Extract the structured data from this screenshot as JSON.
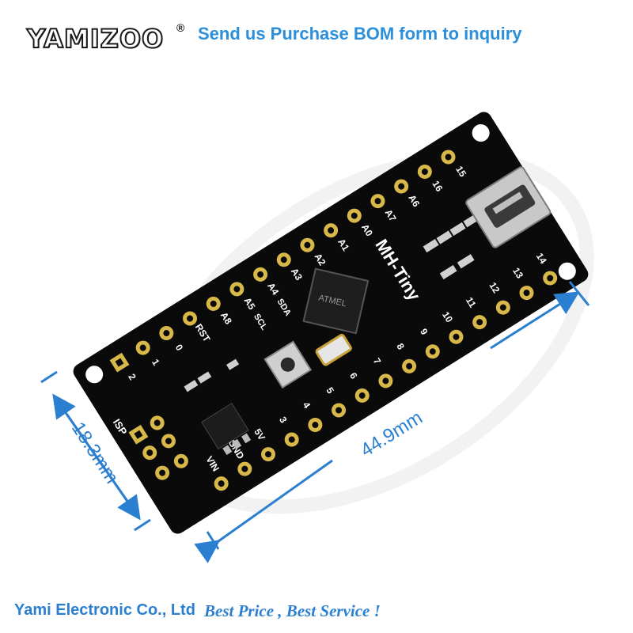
{
  "header": {
    "brand": "YAMIZOO",
    "brand_mark": "®",
    "tagline": "Send us Purchase BOM form to inquiry"
  },
  "board": {
    "name": "MH-Tiny",
    "chip_marking": "ATMEL",
    "pins_top": [
      "2",
      "1",
      "0",
      "RST",
      "A8",
      "A5",
      "A4",
      "A3",
      "A2",
      "A1",
      "A0",
      "A7",
      "A6",
      "16",
      "15"
    ],
    "pin_sub_labels": [
      "SCL",
      "SDA"
    ],
    "pins_bottom": [
      "VIN",
      "GND",
      "5V",
      "3",
      "4",
      "5",
      "6",
      "7",
      "8",
      "9",
      "10",
      "11",
      "12",
      "13",
      "14"
    ],
    "isp_label": "ISP"
  },
  "dimensions": {
    "width": "18.3mm",
    "length": "44.9mm"
  },
  "footer": {
    "company": "Yami Electronic Co., Ltd",
    "slogan": "Best Price , Best Service !"
  },
  "colors": {
    "board": "#0a0a0a",
    "pad_gold": "#d9b84a",
    "accent_blue": "#2b7fd0",
    "silkscreen": "#ffffff"
  }
}
